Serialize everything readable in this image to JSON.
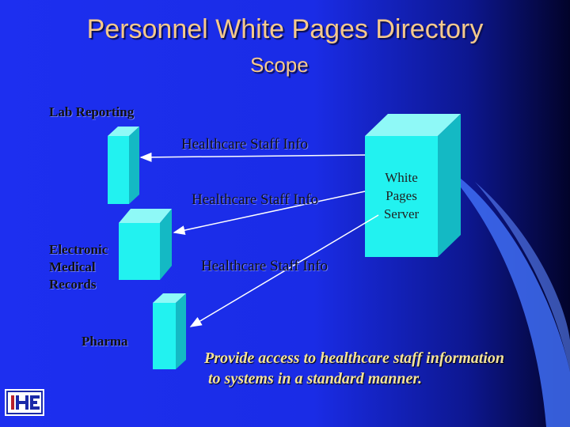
{
  "slide": {
    "title": "Personnel White Pages Directory",
    "subtitle": "Scope"
  },
  "systems": {
    "lab_reporting": "Lab Reporting",
    "emr_line1": "Electronic",
    "emr_line2": "Medical",
    "emr_line3": "Records",
    "pharma": "Pharma"
  },
  "server": {
    "line1": "White",
    "line2": "Pages",
    "line3": "Server"
  },
  "flows": {
    "to_lab": "Healthcare Staff Info",
    "to_emr": "Healthcare Staff Info",
    "to_pharma": "Healthcare Staff Info"
  },
  "caption": {
    "line1": "Provide access to healthcare staff information",
    "line2": " to systems in a standard manner."
  },
  "colors": {
    "box_front": "#22f2f0",
    "box_side": "#14b9c4",
    "title": "#f6c98c",
    "caption": "#f4e39a"
  }
}
